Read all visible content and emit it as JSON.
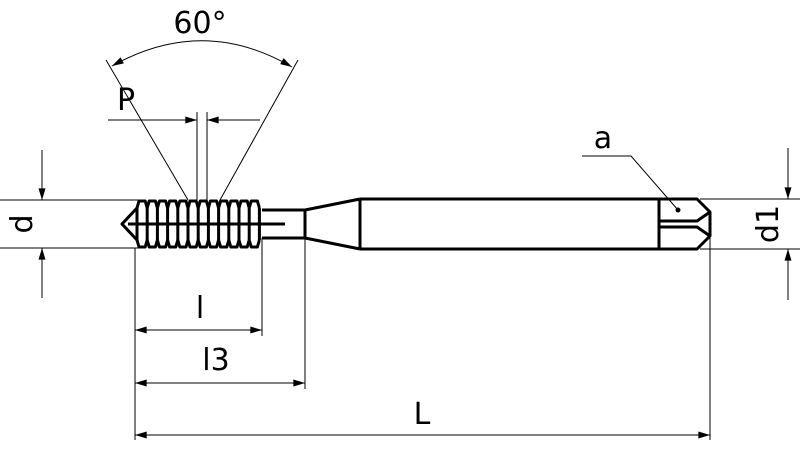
{
  "drawing": {
    "title": "Tap dimension drawing",
    "labels": {
      "angle": "60°",
      "pitch": "P",
      "thread_diameter": "d",
      "shank_diameter": "d1",
      "square": "a",
      "thread_length": "l",
      "length_l3": "l3",
      "total_length": "L"
    },
    "colors": {
      "line": "#000000",
      "background": "#ffffff"
    }
  }
}
